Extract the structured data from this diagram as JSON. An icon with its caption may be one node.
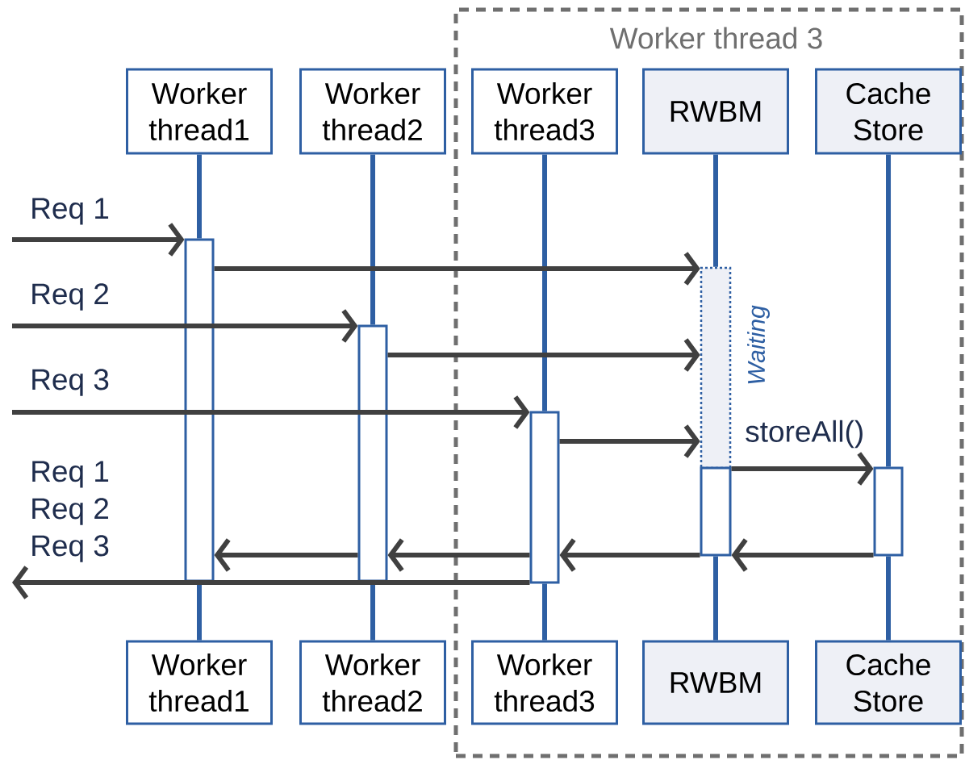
{
  "diagram": {
    "nodes": [
      {
        "text": [
          "Worker thread 3"
        ]
      },
      {
        "text": [
          "Worker thread1"
        ]
      },
      {
        "text": [
          "Worker thread2"
        ]
      },
      {
        "text": [
          "Worker thread3"
        ],
        "in": 0
      },
      {
        "text": [
          "RWBM"
        ],
        "in": 0
      },
      {
        "text": [
          "Cache Store"
        ],
        "in": 0
      },
      {
        "text": [],
        "shape": "bar"
      },
      {
        "text": [],
        "shape": "bar"
      },
      {
        "text": [],
        "shape": "bar",
        "in": 0
      },
      {
        "text": [],
        "shape": "bar",
        "in": 0,
        "beside": [
          "Waiting"
        ]
      },
      {
        "text": [],
        "shape": "bar",
        "in": 0
      },
      {
        "text": [],
        "shape": "bar",
        "in": 0
      },
      {
        "text": [
          "Worker thread1"
        ]
      },
      {
        "text": [
          "Worker thread2"
        ]
      },
      {
        "text": [
          "Worker thread3"
        ],
        "in": 0
      },
      {
        "text": [
          "RWBM"
        ],
        "in": 0
      },
      {
        "text": [
          "Cache Store"
        ],
        "in": 0
      }
    ],
    "edges": [
      {
        "from": 1,
        "to": 6,
        "arrow": "none",
        "color": "#2e5fa3"
      },
      {
        "from": 6,
        "to": 12,
        "arrow": "none",
        "color": "#2e5fa3"
      },
      {
        "from": 2,
        "to": 7,
        "arrow": "none",
        "color": "#2e5fa3"
      },
      {
        "from": 7,
        "to": 13,
        "arrow": "none",
        "color": "#2e5fa3"
      },
      {
        "from": 3,
        "to": 8,
        "arrow": "none",
        "color": "#2e5fa3"
      },
      {
        "from": 8,
        "to": 14,
        "arrow": "none",
        "color": "#2e5fa3"
      },
      {
        "from": 4,
        "to": 9,
        "arrow": "none",
        "color": "#2e5fa3"
      },
      {
        "from": 10,
        "to": 15,
        "arrow": "none",
        "color": "#2e5fa3"
      },
      {
        "from": 5,
        "to": 11,
        "arrow": "none",
        "color": "#2e5fa3"
      },
      {
        "from": 11,
        "to": 16,
        "arrow": "none",
        "color": "#2e5fa3"
      },
      {
        "from": null,
        "to": 6,
        "arrow": "to",
        "label": "Req 1"
      },
      {
        "from": 6,
        "to": 9,
        "arrow": "to"
      },
      {
        "from": null,
        "to": 7,
        "arrow": "to",
        "label": "Req 2"
      },
      {
        "from": 7,
        "to": 9,
        "arrow": "to"
      },
      {
        "from": null,
        "to": 8,
        "arrow": "to",
        "label": "Req 3"
      },
      {
        "from": 8,
        "to": 9,
        "arrow": "to"
      },
      {
        "from": 10,
        "to": 11,
        "arrow": "to",
        "label": "storeAll()"
      },
      {
        "from": 11,
        "to": 10,
        "arrow": "to"
      },
      {
        "from": 10,
        "to": 8,
        "arrow": "to"
      },
      {
        "from": 8,
        "to": 7,
        "arrow": "to"
      },
      {
        "from": 7,
        "to": 6,
        "arrow": "to"
      },
      {
        "from": 8,
        "to": null,
        "arrow": "to"
      }
    ],
    "labels": [
      "Req 1",
      "Req 2",
      "Req 3"
    ]
  }
}
